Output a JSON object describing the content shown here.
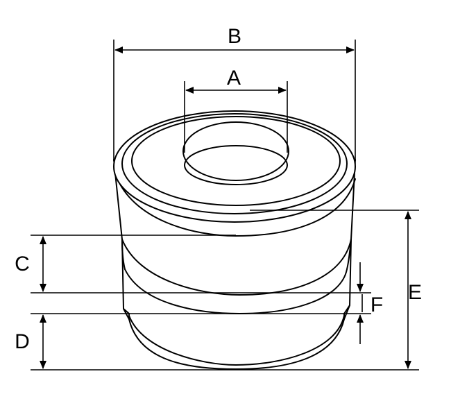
{
  "labels": {
    "a": "A",
    "b": "B",
    "c": "C",
    "d": "D",
    "e": "E",
    "f": "F"
  },
  "colors": {
    "stroke": "#000000",
    "background": "#ffffff"
  }
}
